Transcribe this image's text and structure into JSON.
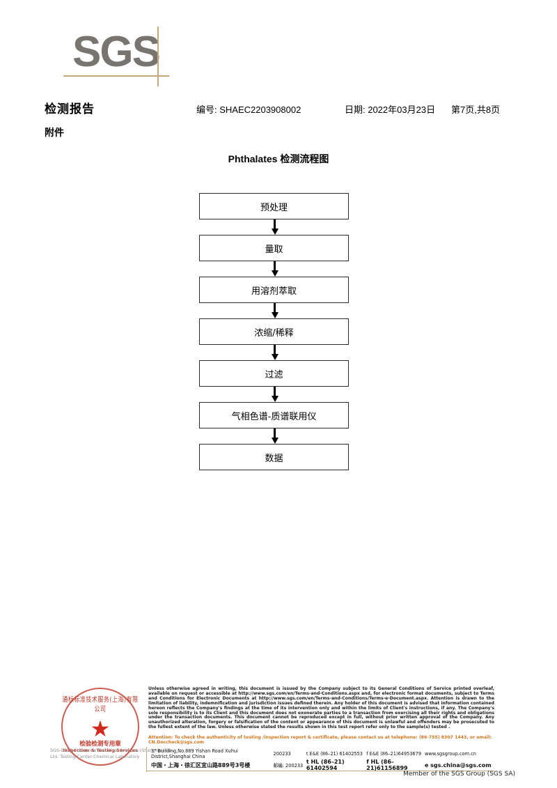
{
  "logo": {
    "text": "SGS"
  },
  "header": {
    "title": "检测报告",
    "attachment": "附件",
    "report_no": "编号: SHAEC2203908002",
    "date": "日期: 2022年03月23日",
    "page": "第7页,共8页"
  },
  "flowchart": {
    "title": "Phthalates 检测流程图",
    "steps": [
      {
        "label": "预处理"
      },
      {
        "label": "量取"
      },
      {
        "label": "用溶剂萃取"
      },
      {
        "label": "浓缩/稀释"
      },
      {
        "label": "过滤"
      },
      {
        "label": "气相色谱-质谱联用仪"
      },
      {
        "label": "数据"
      }
    ]
  },
  "seal": {
    "arc_top": "通标标准技术服务(上海)有限公司",
    "cn_label": "检验检测专用章",
    "en_label": "Inspection & Testing Services",
    "star": "★"
  },
  "footer": {
    "company_faint": "SGS-CSTC Standards Technical Services (Shanghai) Co., Ltd.   Testing Center-Chemical Laboratory",
    "legal": "Unless otherwise agreed in writing, this document is issued by the Company subject to its General Conditions of Service printed overleaf, available on request or accessible at http://www.sgs.com/en/Terms-and-Conditions.aspx and, for electronic format documents, subject to Terms and Conditions for Electronic Documents at http://www.sgs.com/en/Terms-and-Conditions/Terms-e-Document.aspx. Attention is drawn to the limitation of liability, indemnification and jurisdiction issues defined therein. Any holder of this document is advised that information contained hereon reflects the Company's findings at the time of its intervention only and within the limits of Client's instructions, if any. The Company's sole responsibility is to its Client and this document does not exonerate parties to a transaction from exercising all their rights and obligations under the transaction documents. This document cannot be reproduced except in full, without prior written approval of the Company. Any unauthorized alteration, forgery or falsification of the content or appearance of this document is unlawful and offenders may be prosecuted to the fullest extent of the law. Unless otherwise stated the results shown in this test report refer only to the sample(s) tested .",
    "attention": "Attention: To check the authenticity of testing /inspection report & certificate, please contact us at telephone: (86-755) 8307 1443, or email: CN.Doccheck@sgs.com",
    "address_en": "3\" Building,No.889 Yishan Road Xuhui District,Shanghai China",
    "zip_en": "200233",
    "tel_en_1": "t E&E (86–21) 61402553",
    "tel_en_2": "f E&E (86–21)64953679",
    "web": "www.sgsgroup.com.cn",
    "address_cn": "中国・上海・徐汇区宜山路889号3号楼",
    "zip_cn": "邮编: 200233",
    "tel_cn_1": "t HL (86–21) 61402594",
    "tel_cn_2": "f HL (86–21)61156899",
    "email": "e  sgs.china@sgs.com",
    "member": "Member of the SGS Group (SGS SA)"
  },
  "colors": {
    "logo_gray": "#78746f",
    "rule_tan": "#c6a87c",
    "seal_red": "#c0392b",
    "attention_orange": "#d2761e"
  }
}
